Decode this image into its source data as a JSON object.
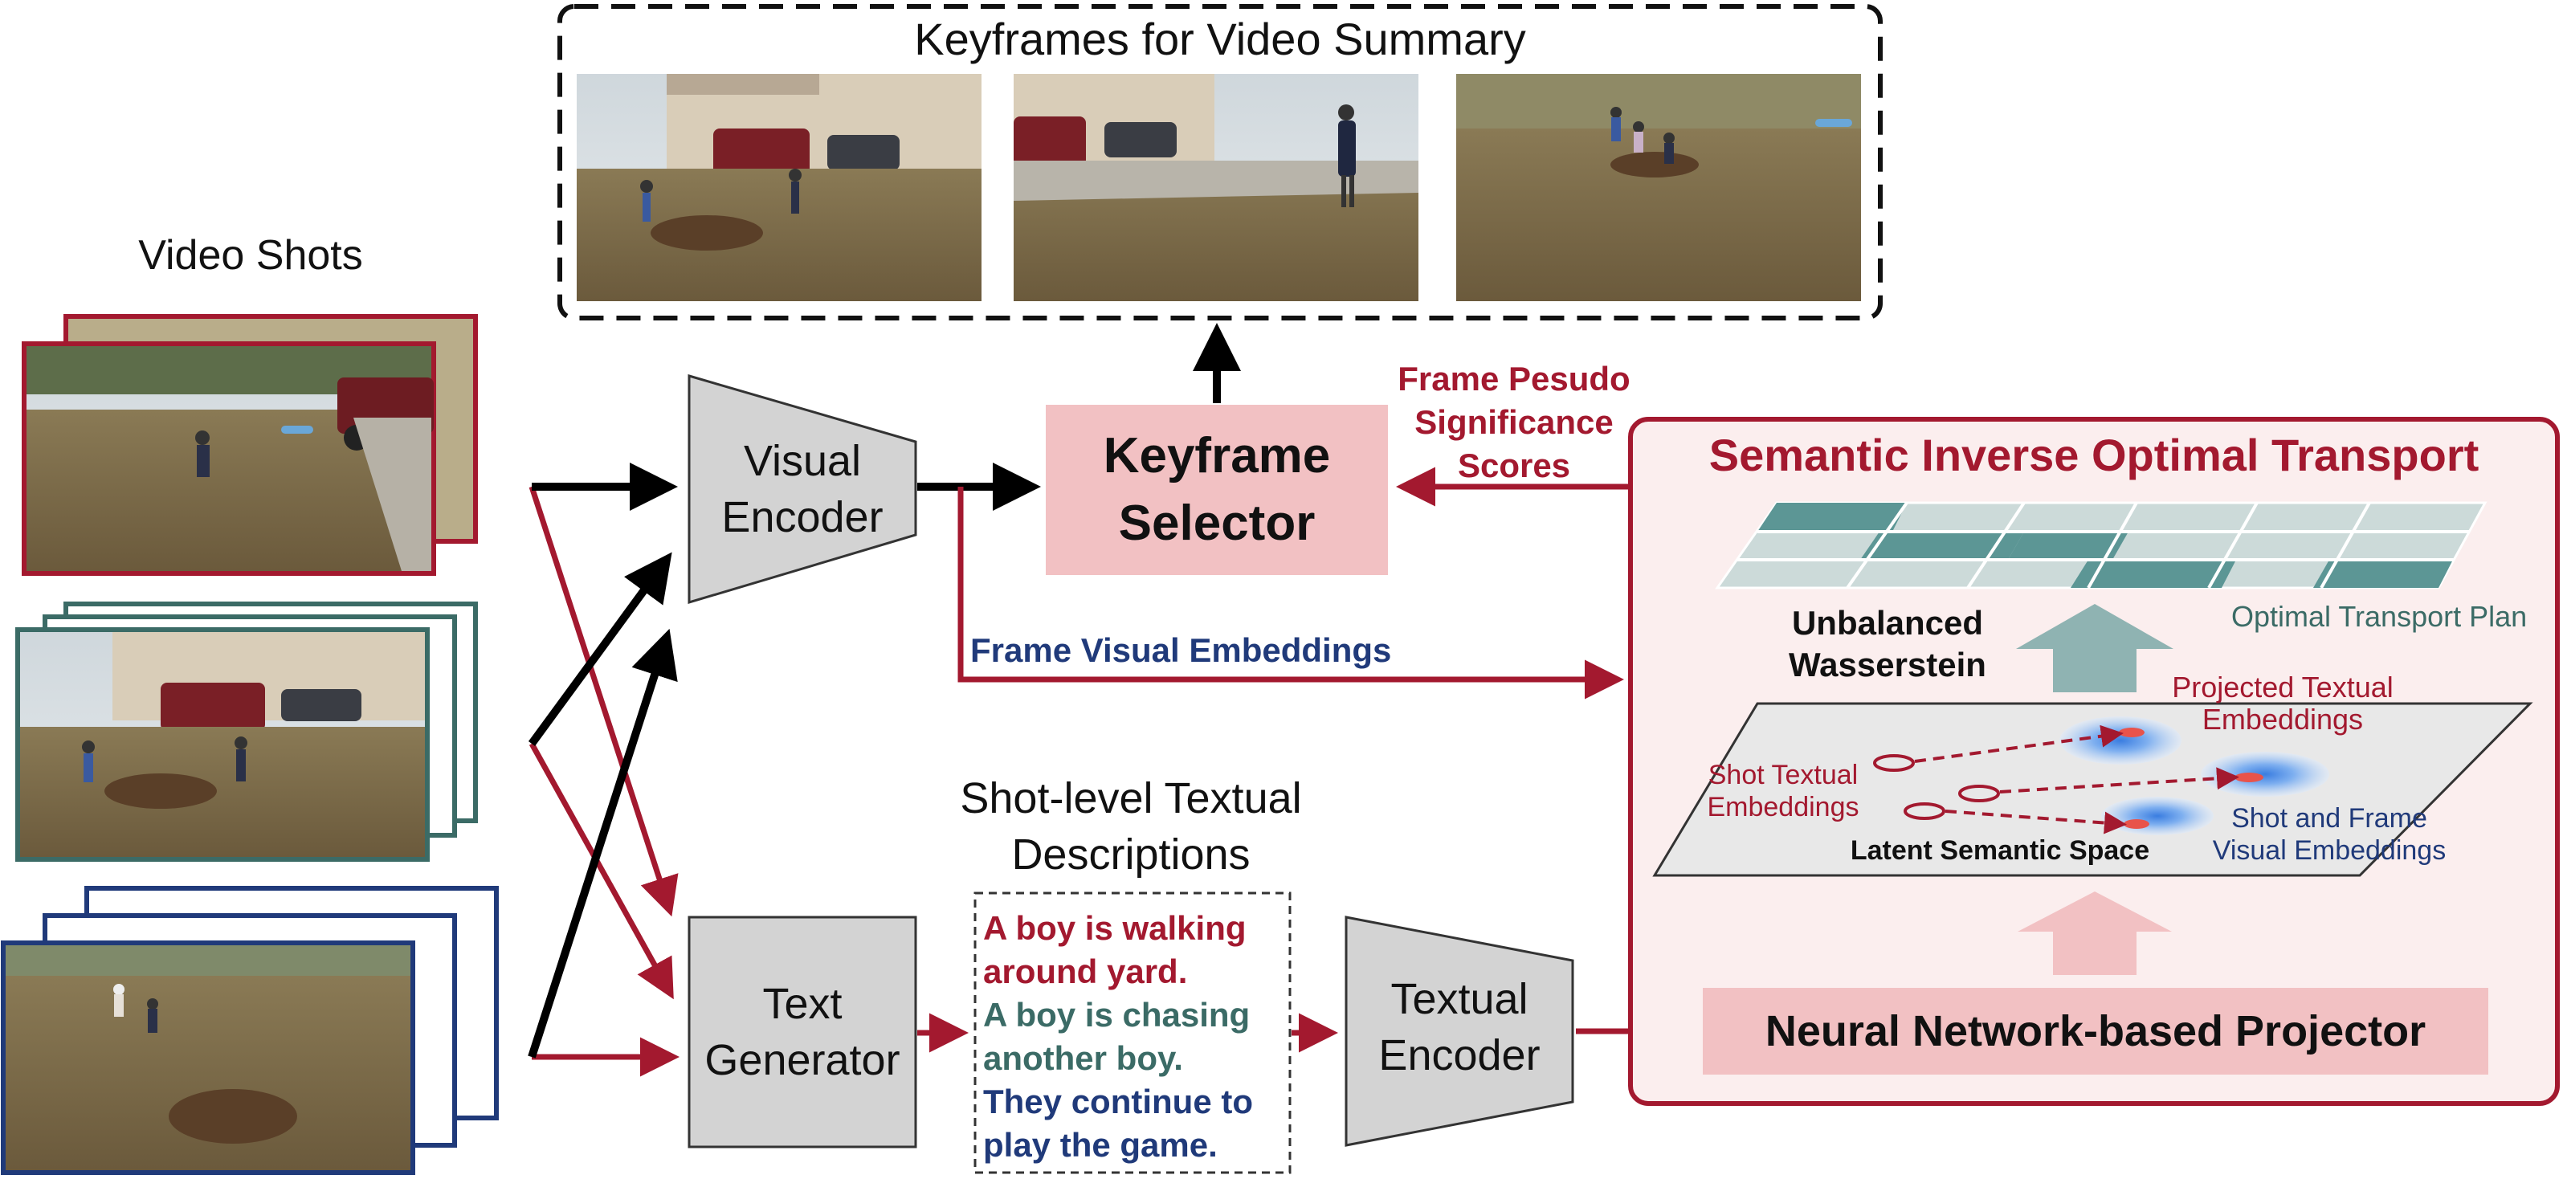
{
  "keyframes_title": "Keyframes for Video Summary",
  "video_shots_title": "Video Shots",
  "visual_encoder_label": [
    "Visual",
    "Encoder"
  ],
  "text_generator_label": [
    "Text",
    "Generator"
  ],
  "textual_encoder_label": [
    "Textual",
    "Encoder"
  ],
  "keyframe_selector_label": [
    "Keyframe",
    "Selector"
  ],
  "pseudo_scores_label": [
    "Frame Pesudo",
    "Significance",
    "Scores"
  ],
  "frame_visual_embeddings_label": "Frame Visual Embeddings",
  "shot_descriptions_title": [
    "Shot-level Textual",
    "Descriptions"
  ],
  "descriptions": [
    {
      "lines": [
        "A boy is walking",
        "around yard."
      ],
      "color": "#a3192f"
    },
    {
      "lines": [
        "A boy is chasing",
        "another boy."
      ],
      "color": "#3b6b66"
    },
    {
      "lines": [
        "They continue to",
        "play the game."
      ],
      "color": "#203a7a"
    }
  ],
  "siot_title": "Semantic Inverse Optimal Transport",
  "unbalanced_label": [
    "Unbalanced",
    "Wasserstein"
  ],
  "ot_plan_label": "Optimal Transport Plan",
  "projected_label": [
    "Projected Textual",
    "Embeddings"
  ],
  "shot_textual_label": [
    "Shot Textual",
    "Embeddings"
  ],
  "shot_frame_label": [
    "Shot and Frame",
    "Visual Embeddings"
  ],
  "latent_space_label": "Latent Semantic Space",
  "projector_label": "Neural Network-based Projector",
  "colors": {
    "crimson": "#a3192f",
    "teal": "#3b6b66",
    "navy": "#203a7a",
    "pink_box": "#f2c1c3",
    "panel_bg": "#fbeeee",
    "encoder_gray": "#d3d3d3"
  }
}
